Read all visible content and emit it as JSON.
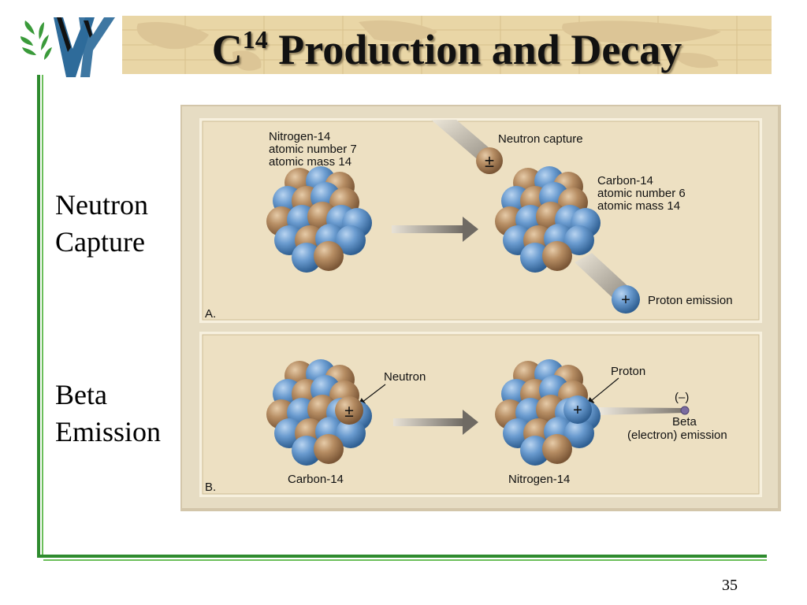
{
  "slide": {
    "title_main": "C",
    "title_superscript": "14",
    "title_rest": " Production and Decay",
    "page_number": "35"
  },
  "side_labels": {
    "neutron_line1": "Neutron",
    "neutron_line2": "Capture",
    "beta_line1": "Beta",
    "beta_line2": "Emission"
  },
  "panel_a": {
    "panel_letter": "A.",
    "reactant_lines": [
      "Nitrogen-14",
      "atomic number 7",
      "atomic mass 14"
    ],
    "product_lines": [
      "Carbon-14",
      "atomic number 6",
      "atomic mass 14"
    ],
    "incoming_label": "Neutron capture",
    "outgoing_label": "Proton emission",
    "neutron_symbol": "±",
    "proton_symbol": "+"
  },
  "panel_b": {
    "panel_letter": "B.",
    "reactant_label": "Carbon-14",
    "product_label": "Nitrogen-14",
    "neutron_callout": "Neutron",
    "proton_callout": "Proton",
    "charge_label": "(–)",
    "emission_line1": "Beta",
    "emission_line2": "(electron) emission",
    "neutron_symbol": "±",
    "proton_symbol": "+"
  },
  "colors": {
    "frame_green": "#2e8b2e",
    "title_band": "#e9d6a6",
    "panel_fill": "#ede0c2",
    "proton_blue": "#5f92c6",
    "neutron_tan": "#b58c63"
  }
}
